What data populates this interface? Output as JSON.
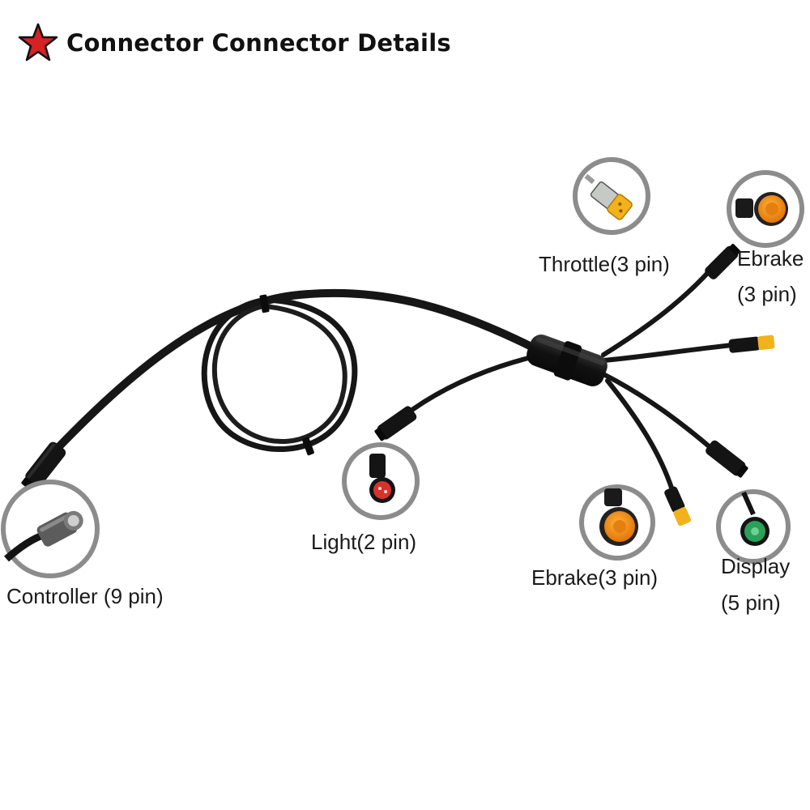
{
  "title": {
    "text": "Connector Connector Details",
    "star_color": "#d62222"
  },
  "labels": {
    "throttle": "Throttle(3 pin)",
    "ebrake_top_1": "Ebrake",
    "ebrake_top_2": "(3 pin)",
    "light": "Light(2 pin)",
    "controller": "Controller (9 pin)",
    "ebrake_bottom": "Ebrake(3 pin)",
    "display_1": "Display",
    "display_2": "(5 pin)"
  },
  "colors": {
    "cable": "#161616",
    "ring": "#8c8c8c",
    "connector_yellow": "#f2b21c",
    "connector_orange": "#f08a12",
    "connector_red": "#d8322d",
    "connector_green": "#2aa05a",
    "connector_grey": "#c7c9c6"
  }
}
